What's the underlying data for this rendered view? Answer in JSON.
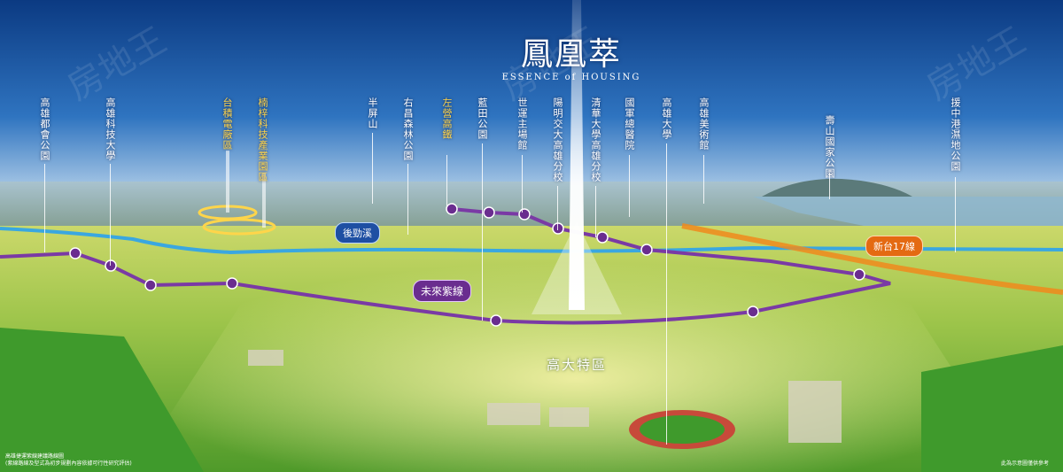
{
  "title": {
    "main": "鳳凰萃",
    "sub": "ESSENCE of HOUSING"
  },
  "landmarks": [
    {
      "id": "kaohsiung-metropolitan-park",
      "label": "高雄都會公園",
      "color": "white"
    },
    {
      "id": "kaohsiung-uni-sci-tech",
      "label": "高雄科技大學",
      "color": "white"
    },
    {
      "id": "taiwan-semiconductor-fab",
      "label": "台積電廠區",
      "color": "gold"
    },
    {
      "id": "nanzih-tech-park",
      "label": "楠梓科技產業園區",
      "color": "gold"
    },
    {
      "id": "banping-mountain",
      "label": "半屏山",
      "color": "white"
    },
    {
      "id": "youchang-forest-park",
      "label": "右昌森林公園",
      "color": "white"
    },
    {
      "id": "zuoying-hsr",
      "label": "左營高鐵",
      "color": "gold"
    },
    {
      "id": "lantian-park",
      "label": "藍田公園",
      "color": "white"
    },
    {
      "id": "world-games-stadium",
      "label": "世運主場館",
      "color": "white"
    },
    {
      "id": "nycu-kaohsiung",
      "label": "陽明交大高雄分校",
      "color": "white"
    },
    {
      "id": "nthu-kaohsiung",
      "label": "清華大學高雄分校",
      "color": "white"
    },
    {
      "id": "armed-forces-hospital",
      "label": "國軍總醫院",
      "color": "white"
    },
    {
      "id": "national-kaohsiung-university",
      "label": "高雄大學",
      "color": "white"
    },
    {
      "id": "kaohsiung-museum-fine-arts",
      "label": "高雄美術館",
      "color": "white"
    },
    {
      "id": "shoushan-national-park",
      "label": "壽山國家公園",
      "color": "white"
    },
    {
      "id": "yuanzhonggang-wetland-park",
      "label": "援中港濕地公園",
      "color": "white"
    }
  ],
  "callouts": {
    "river": "後勁溪",
    "metro_line": "未來紫線",
    "highway": "新台17線"
  },
  "district": "高大特區",
  "notes": {
    "left_line1": "高雄捷運紫線建議路線圖",
    "left_line2": "(紫線路線及型式為初步規劃內容依據可行性研究評估)",
    "right": "此為示意圖僅供參考"
  },
  "watermark": "房地王",
  "colors": {
    "sky": "#0d3f86",
    "metro_purple": "#7a3aa5",
    "river_blue": "#3aa7e0",
    "highway_orange": "#f08a1c",
    "gold": "#ffd54a"
  }
}
